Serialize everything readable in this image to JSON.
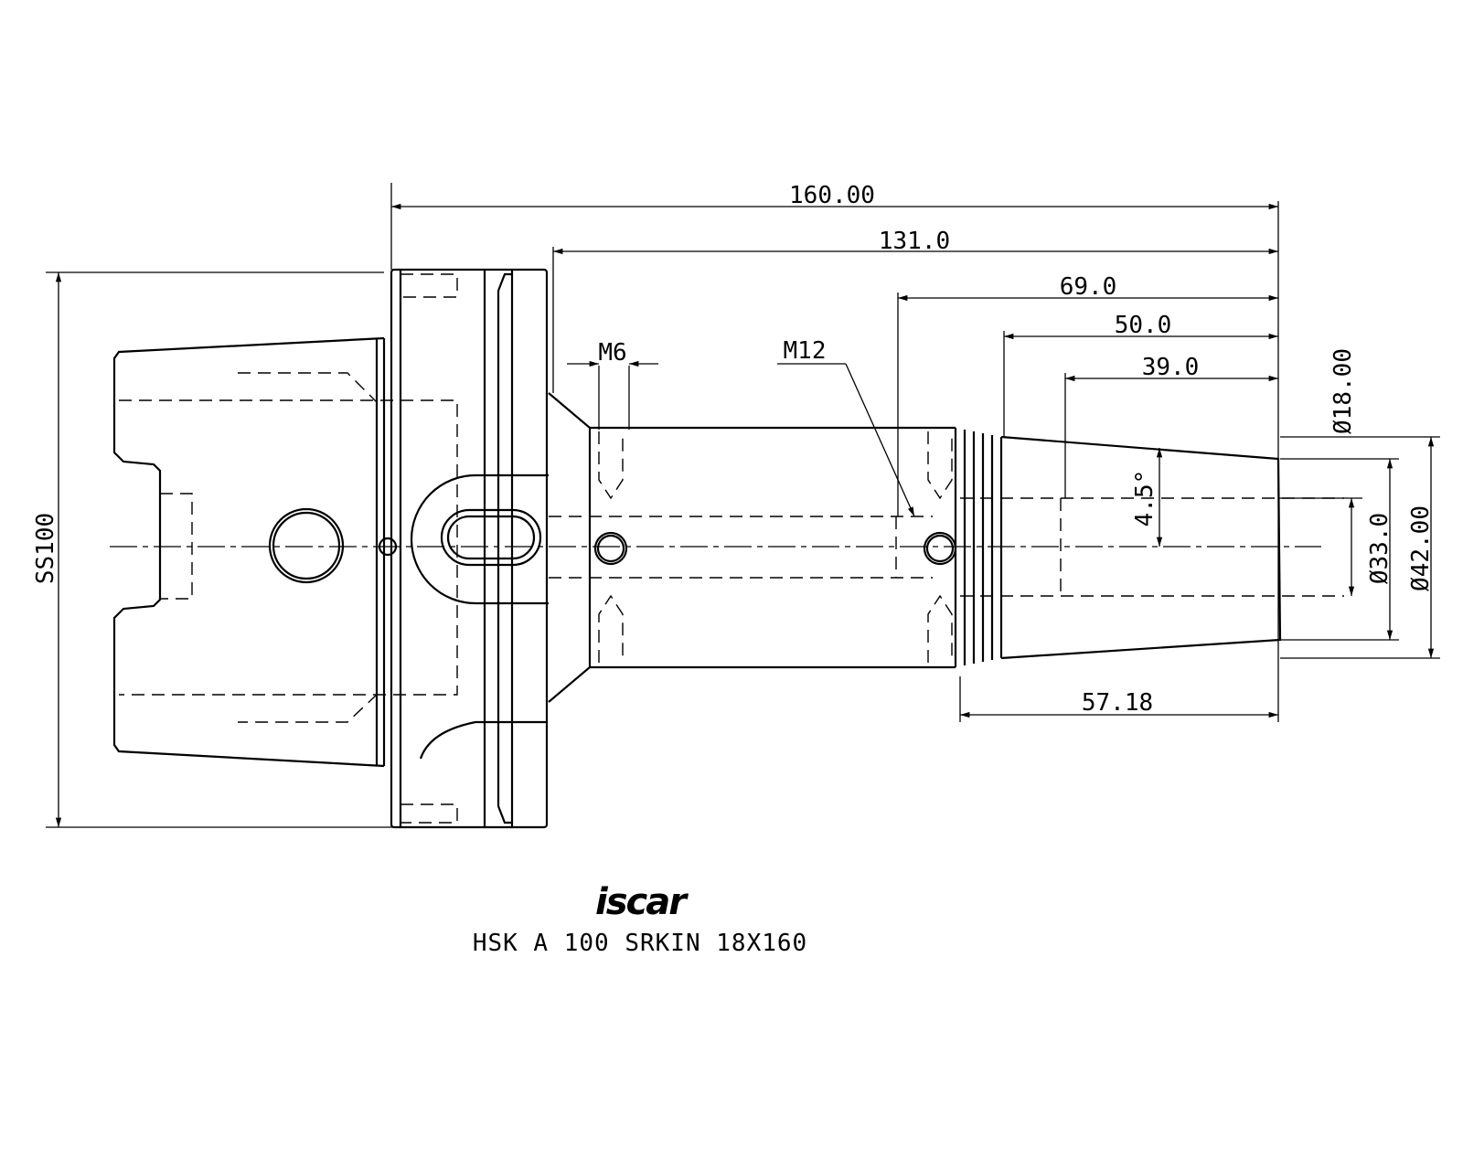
{
  "drawing": {
    "title": "HSK A 100 SRKIN 18X160",
    "logo": "iscar",
    "colors": {
      "ink": "#000000",
      "paper": "#ffffff"
    },
    "dimensions": {
      "overall_length": "160.00",
      "length_131": "131.0",
      "length_69": "69.0",
      "length_50": "50.0",
      "length_39": "39.0",
      "length_57": "57.18",
      "thread_m6": "M6",
      "thread_m12": "M12",
      "dia_18": "Ø18.00",
      "dia_33": "Ø33.0",
      "dia_42": "Ø42.00",
      "angle": "4.5°",
      "flange": "SS100"
    }
  }
}
